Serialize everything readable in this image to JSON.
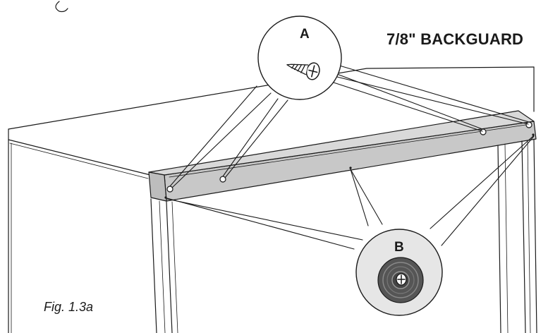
{
  "title": "7/8\" BACKGUARD",
  "callout_a": {
    "label": "A",
    "part": "screw-icon"
  },
  "callout_b": {
    "label": "B",
    "part": "bumper-icon"
  },
  "figure_caption": "Fig. 1.3a",
  "colors": {
    "line": "#1a1a1a",
    "backguard": "#c8c8c8",
    "callout_fill": "#e6e6e6",
    "bumper": "#555555"
  }
}
